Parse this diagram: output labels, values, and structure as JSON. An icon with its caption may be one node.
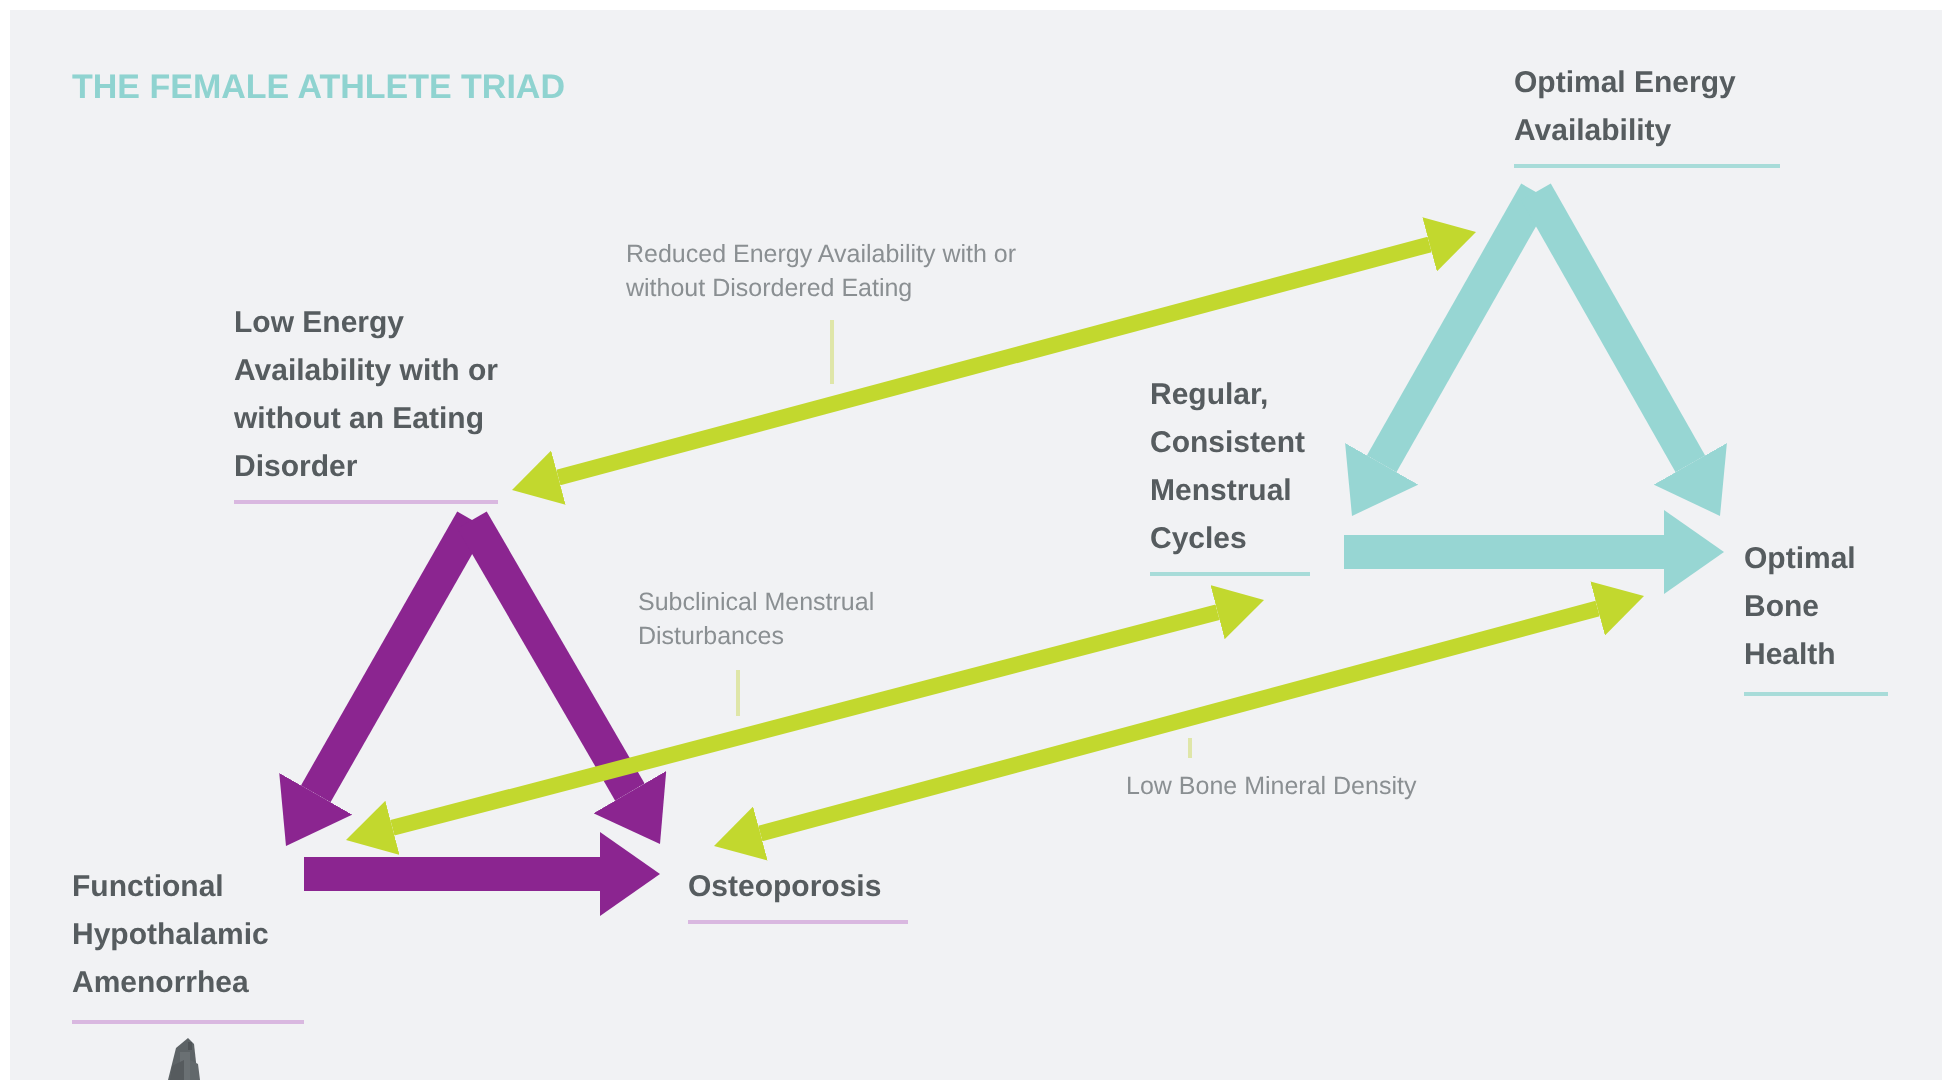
{
  "diagram": {
    "title": "THE FEMALE ATHLETE TRIAD",
    "nodes": [
      {
        "text": [
          "Low Energy Availability with or without an Eating Disorder"
        ]
      },
      {
        "text": [
          "Functional Hypothalamic Amenorrhea"
        ]
      },
      {
        "text": [
          "Osteoporosis"
        ]
      },
      {
        "text": [
          "Optimal Energy Availability"
        ]
      },
      {
        "text": [
          "Regular, Consistent Menstrual Cycles"
        ]
      },
      {
        "text": [
          "Optimal Bone Health"
        ]
      }
    ],
    "edges": [
      {
        "from": 0,
        "to": 1,
        "arrow": "to",
        "color": "#8b2590"
      },
      {
        "from": 0,
        "to": 2,
        "arrow": "to",
        "color": "#8b2590"
      },
      {
        "from": 1,
        "to": 2,
        "arrow": "to",
        "color": "#8b2590"
      },
      {
        "from": 3,
        "to": 4,
        "arrow": "to",
        "color": "#97d6d3"
      },
      {
        "from": 3,
        "to": 5,
        "arrow": "to",
        "color": "#97d6d3"
      },
      {
        "from": 4,
        "to": 5,
        "arrow": "to",
        "color": "#97d6d3"
      },
      {
        "from": 0,
        "to": 3,
        "arrow": "both",
        "label": "Reduced Energy Availability with or without Disordered Eating",
        "color": "#c2d82e"
      },
      {
        "from": 1,
        "to": 4,
        "arrow": "both",
        "label": "Subclinical Menstrual Disturbances",
        "color": "#c2d82e"
      },
      {
        "from": 2,
        "to": 5,
        "arrow": "both",
        "label": "Low Bone Mineral Density",
        "color": "#c2d82e"
      }
    ]
  }
}
